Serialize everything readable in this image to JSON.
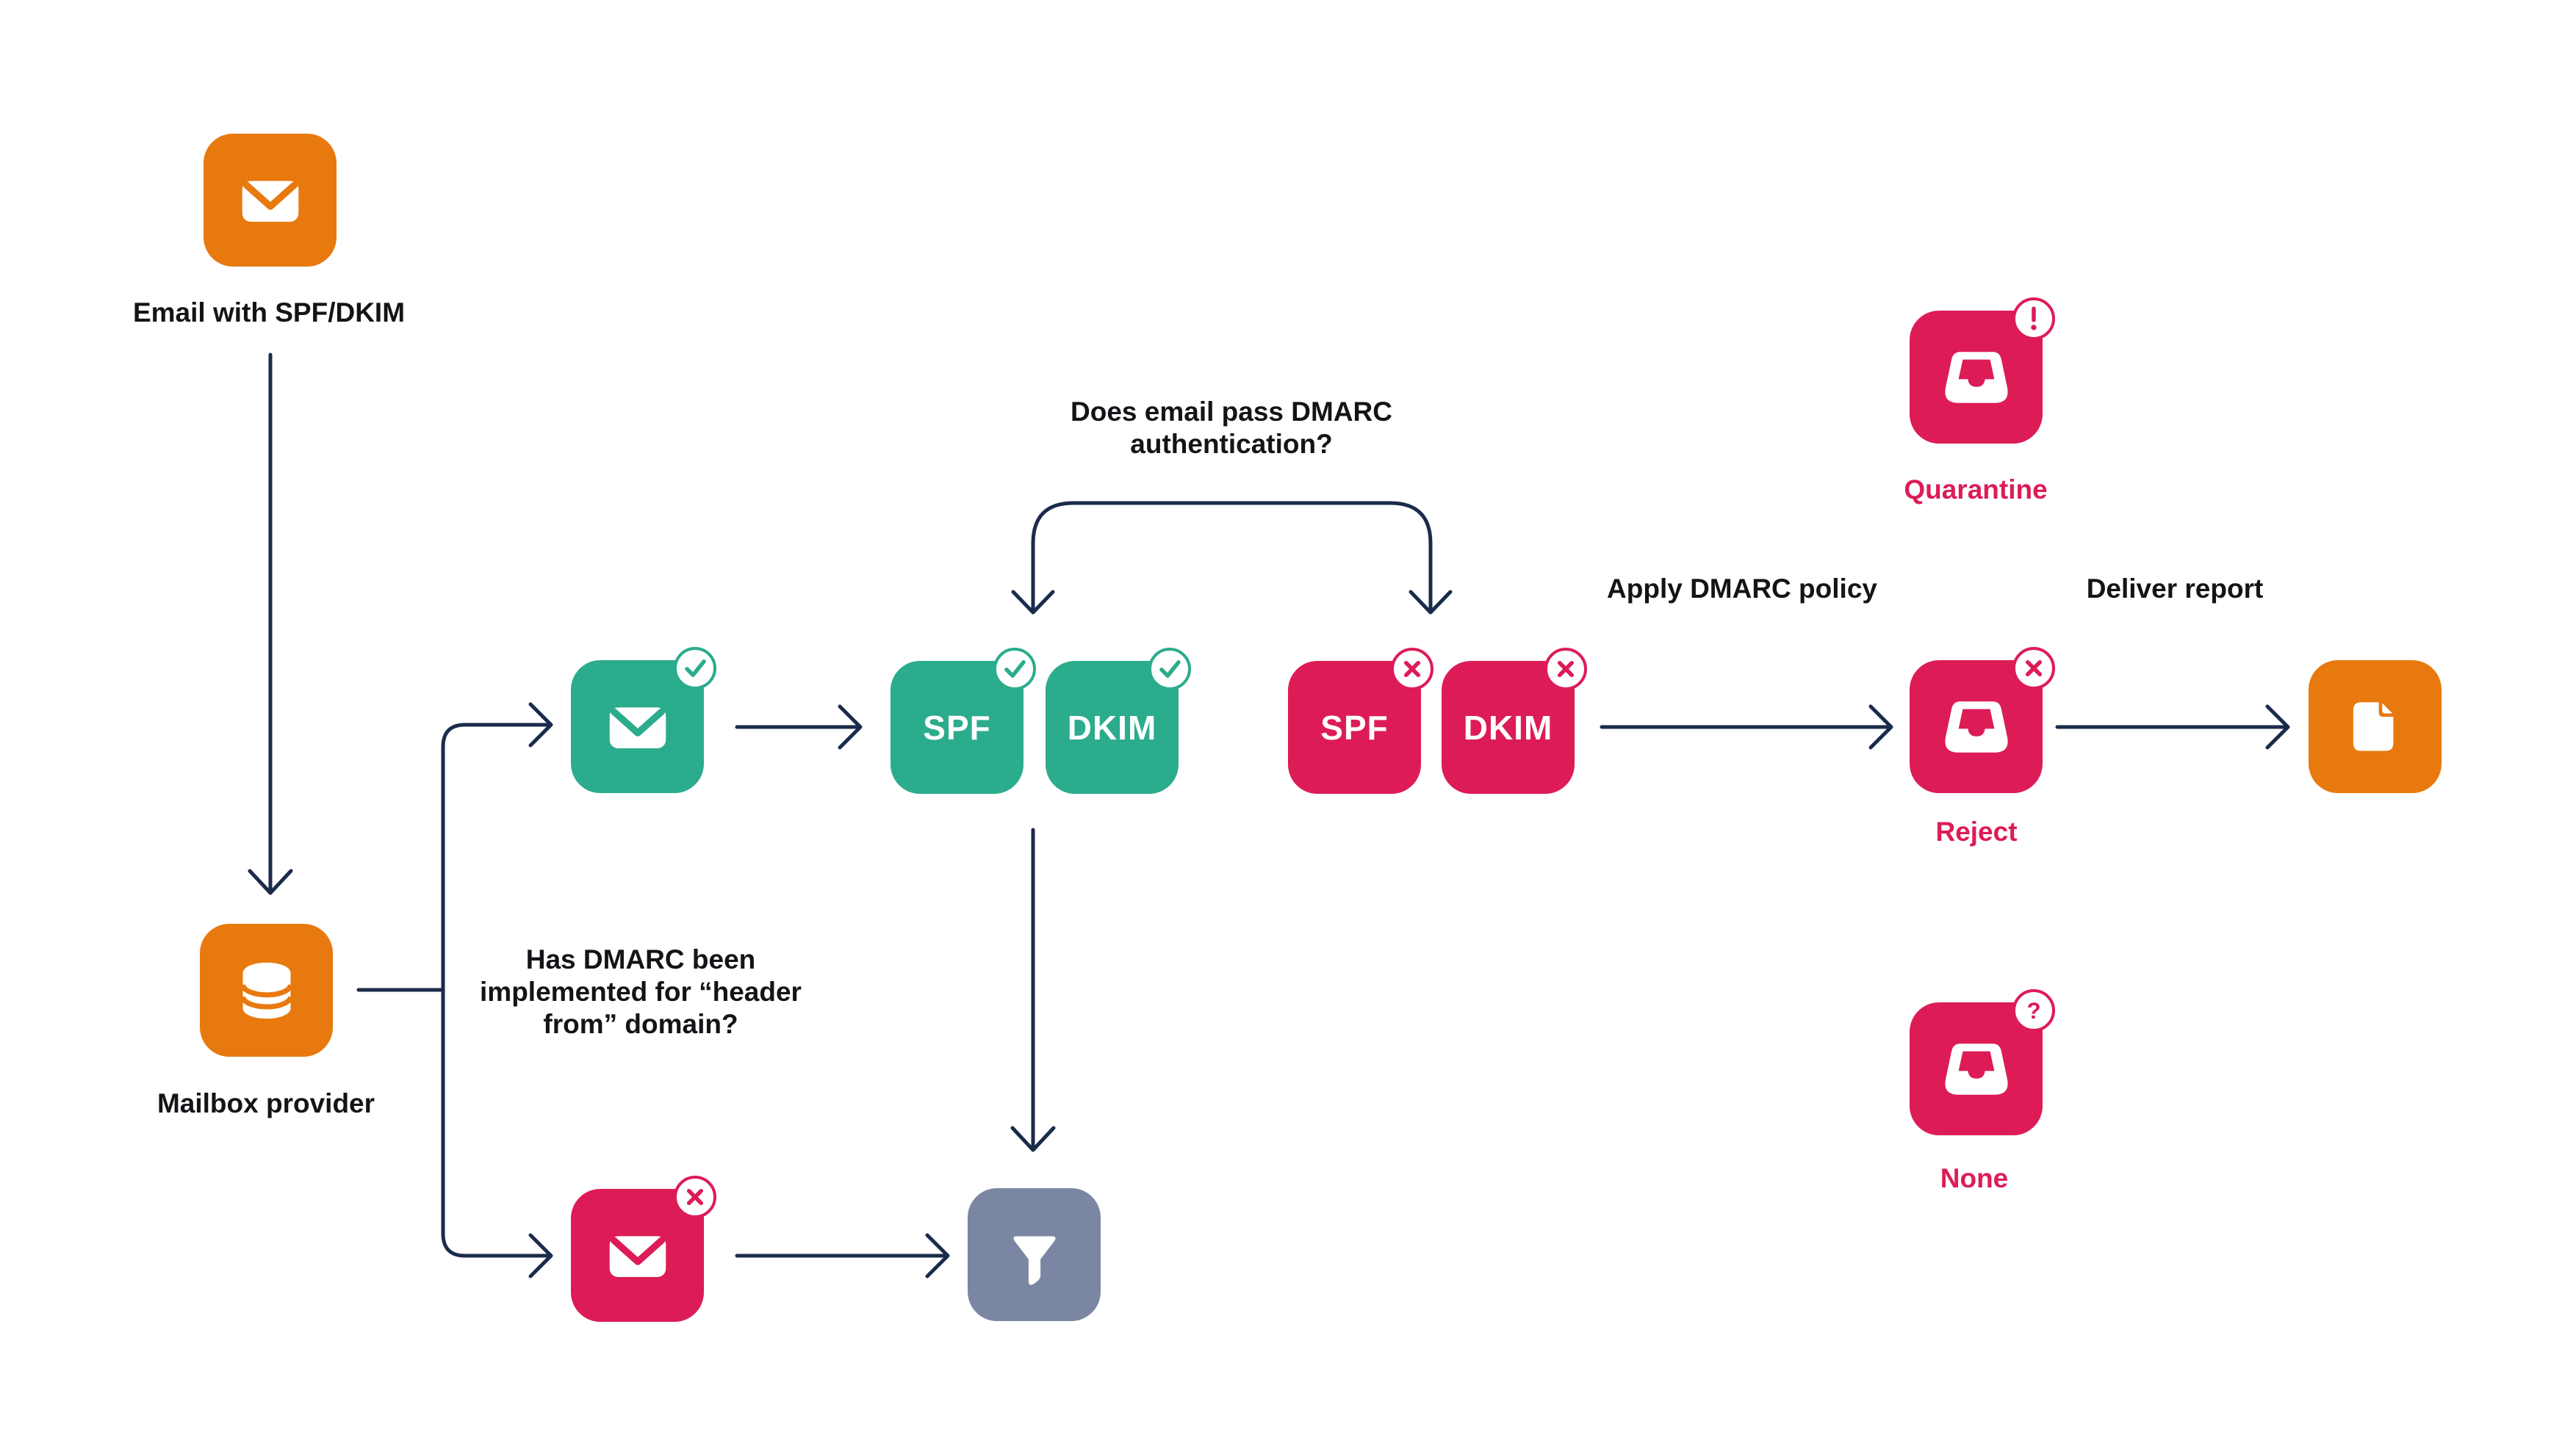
{
  "title": "DMARC email authentication flow",
  "colors": {
    "orange": "#E8790F",
    "green": "#2BAC8C",
    "pink": "#DD1C57",
    "slate": "#7B86A3",
    "navy": "#1B2B4B",
    "text": "#131417",
    "bg": "#FFFFFF"
  },
  "nodes": {
    "email": {
      "label": "Email with SPF/DKIM",
      "icon": "envelope",
      "color": "orange"
    },
    "mailbox": {
      "label": "Mailbox provider",
      "icon": "database",
      "color": "orange"
    },
    "envelope_pass": {
      "icon": "envelope",
      "badge": "check",
      "color": "green"
    },
    "spf_pass": {
      "label": "SPF",
      "badge": "check",
      "color": "green"
    },
    "dkim_pass": {
      "label": "DKIM",
      "badge": "check",
      "color": "green"
    },
    "spf_fail": {
      "label": "SPF",
      "badge": "cross",
      "color": "pink"
    },
    "dkim_fail": {
      "label": "DKIM",
      "badge": "cross",
      "color": "pink"
    },
    "envelope_fail": {
      "icon": "envelope",
      "badge": "cross",
      "color": "pink"
    },
    "filter": {
      "icon": "funnel",
      "color": "slate"
    },
    "quarantine": {
      "label": "Quarantine",
      "icon": "inbox-tray",
      "badge": "exclamation",
      "color": "pink"
    },
    "reject": {
      "label": "Reject",
      "icon": "inbox-tray",
      "badge": "cross",
      "color": "pink"
    },
    "none": {
      "label": "None",
      "icon": "inbox-tray",
      "badge": "question",
      "color": "pink"
    },
    "report": {
      "icon": "document",
      "color": "orange"
    }
  },
  "annotations": {
    "has_dmarc": {
      "line1": "Has DMARC been",
      "line2": "implemented for “header",
      "line3": "from” domain?"
    },
    "dmarc_auth": {
      "line1": "Does email pass DMARC",
      "line2": "authentication?"
    },
    "apply_policy": "Apply DMARC policy",
    "deliver_report": "Deliver report"
  },
  "badges": {
    "question_glyph": "?"
  }
}
